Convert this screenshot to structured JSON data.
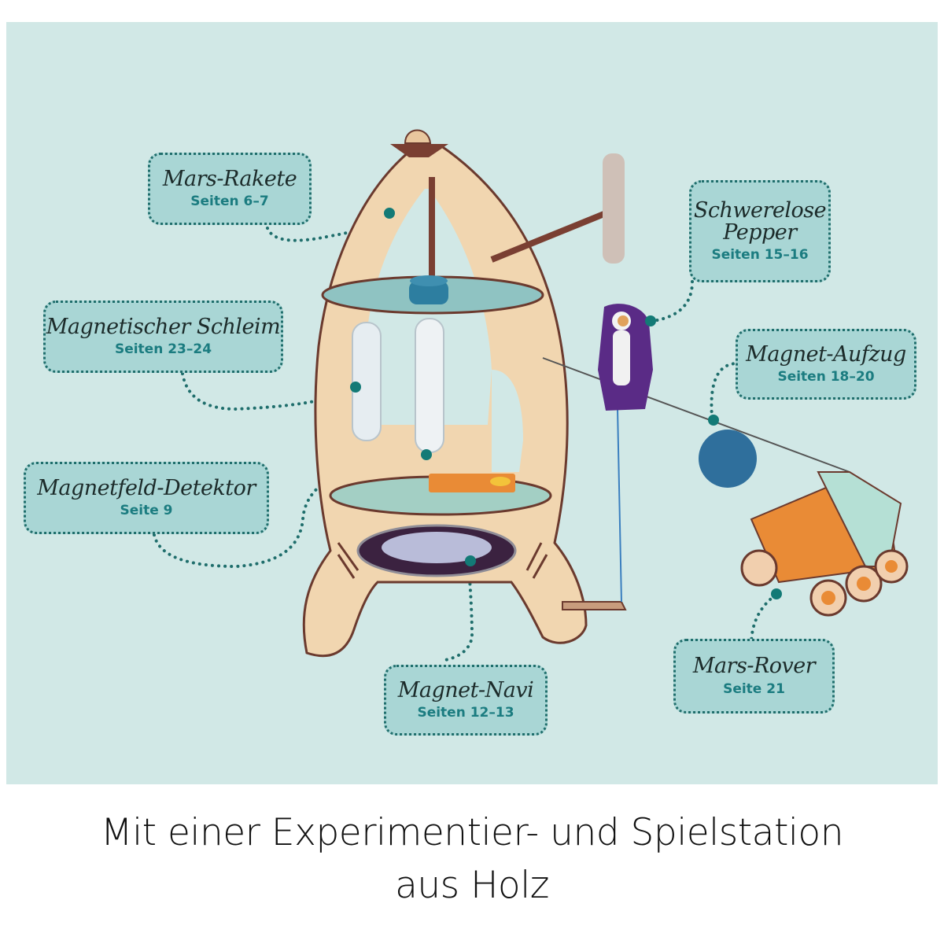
{
  "colors": {
    "panel_bg": "#d1e8e6",
    "callout_bg": "#a9d6d5",
    "callout_border": "#1f6e6c",
    "page_text": "#1b7c80",
    "dot_marker": "#137a76",
    "wood": "#f1d6b0",
    "wood_edge": "#6b3a2e"
  },
  "callouts": [
    {
      "id": "mars-rakete",
      "title": "Mars-Rakete",
      "pages": "Seiten 6–7"
    },
    {
      "id": "magnetischer-schleim",
      "title": "Magnetischer Schleim",
      "pages": "Seiten 23–24"
    },
    {
      "id": "magnetfeld-detektor",
      "title": "Magnetfeld-Detektor",
      "pages": "Seite 9"
    },
    {
      "id": "schwerelose-pepper",
      "title": "Schwerelose\nPepper",
      "pages": "Seiten 15–16"
    },
    {
      "id": "magnet-aufzug",
      "title": "Magnet-Aufzug",
      "pages": "Seiten 18–20"
    },
    {
      "id": "magnet-navi",
      "title": "Magnet-Navi",
      "pages": "Seiten 12–13"
    },
    {
      "id": "mars-rover",
      "title": "Mars-Rover",
      "pages": "Seite 21"
    }
  ],
  "caption": {
    "line1": "Mit einer Experimentier- und Spielstation",
    "line2": "aus Holz"
  }
}
